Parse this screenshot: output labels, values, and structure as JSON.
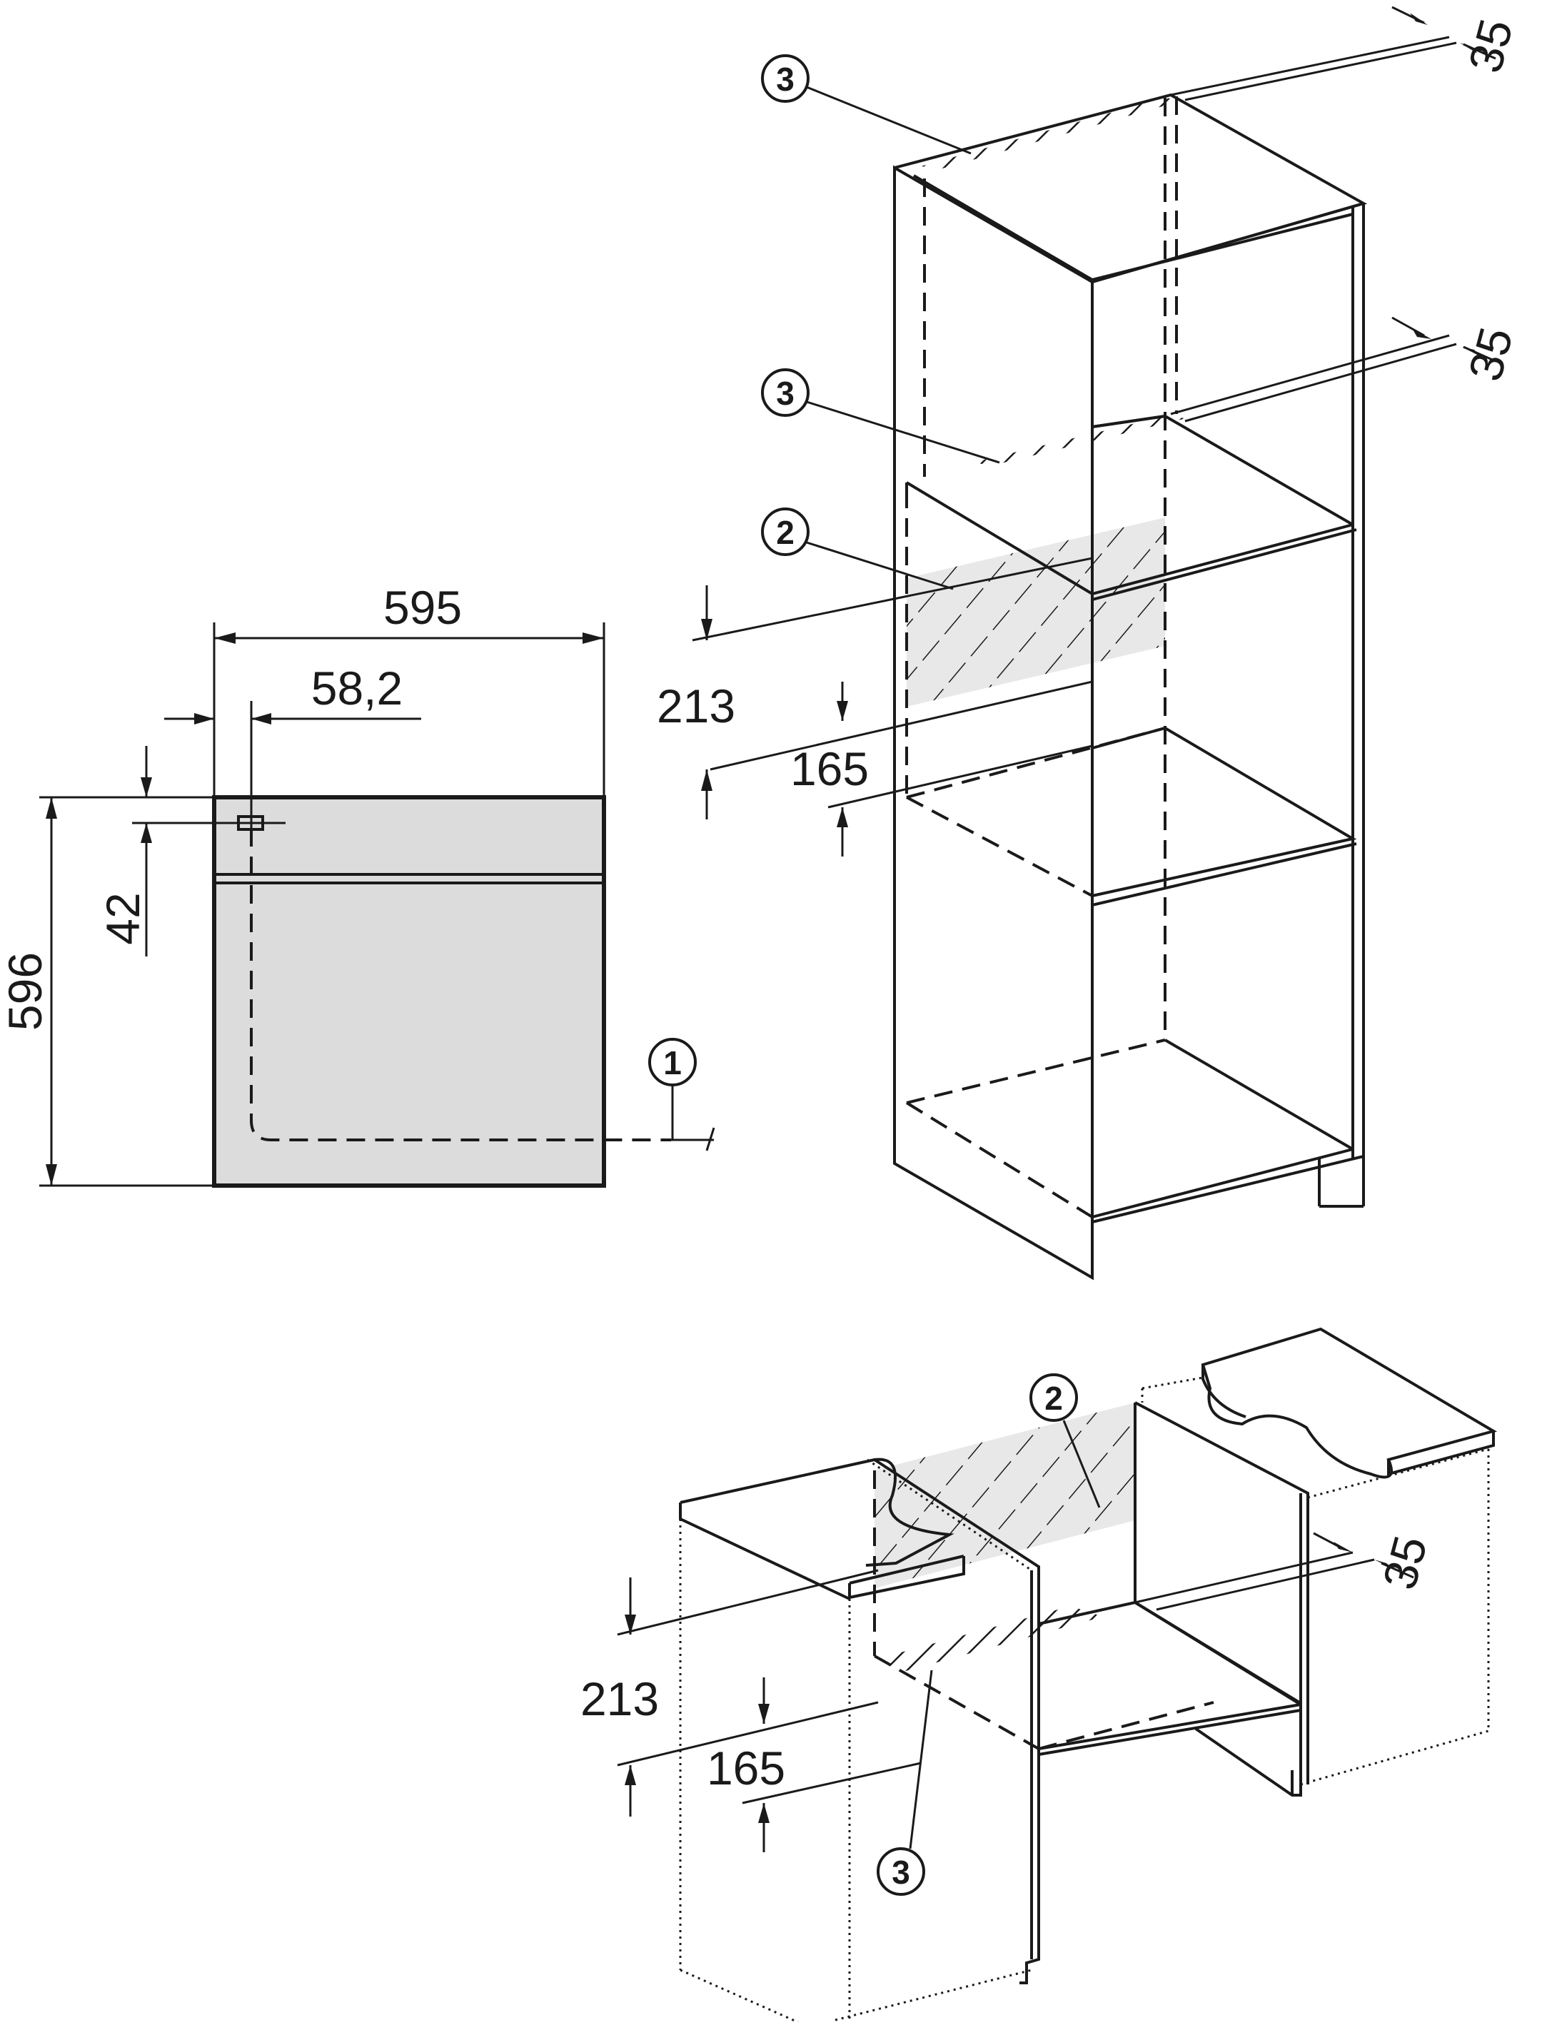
{
  "front_view": {
    "width": "595",
    "height": "596",
    "cable_offset_x": "58,2",
    "cable_offset_y": "42",
    "callout": "1"
  },
  "tall_cabinet": {
    "gap_top": "35",
    "gap_shelf": "35",
    "height_213": "213",
    "height_165": "165",
    "callout_top": "3",
    "callout_shelf": "3",
    "callout_opening": "2"
  },
  "base_cabinet": {
    "height_213": "213",
    "height_165": "165",
    "gap": "35",
    "callout_opening": "2",
    "callout_floor": "3"
  },
  "colors": {
    "line": "#1a1a1a",
    "appliance_fill": "#dcdcdc",
    "hatch_fill": "#e8e8e8"
  }
}
